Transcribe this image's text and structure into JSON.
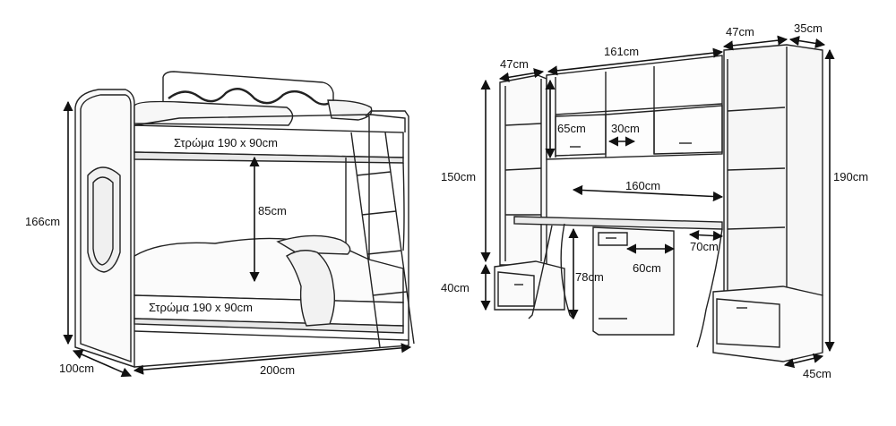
{
  "bunk_bed": {
    "mattress_top": "Στρώμα 190 x 90cm",
    "mattress_bottom": "Στρώμα 190 x 90cm",
    "height": "166cm",
    "bunk_gap": "85cm",
    "length": "200cm",
    "depth": "100cm"
  },
  "desk_unit": {
    "left_shelf_depth": "47cm",
    "top_width": "161cm",
    "right_tower_depth": "47cm",
    "right_tower_width": "35cm",
    "left_height_upper": "150cm",
    "left_height_lower": "40cm",
    "hutch_height": "65cm",
    "cubby_width": "30cm",
    "desk_width": "160cm",
    "desk_height": "78cm",
    "drawer_width": "60cm",
    "desk_depth": "70cm",
    "tower_height": "190cm",
    "bottom_depth": "45cm"
  }
}
